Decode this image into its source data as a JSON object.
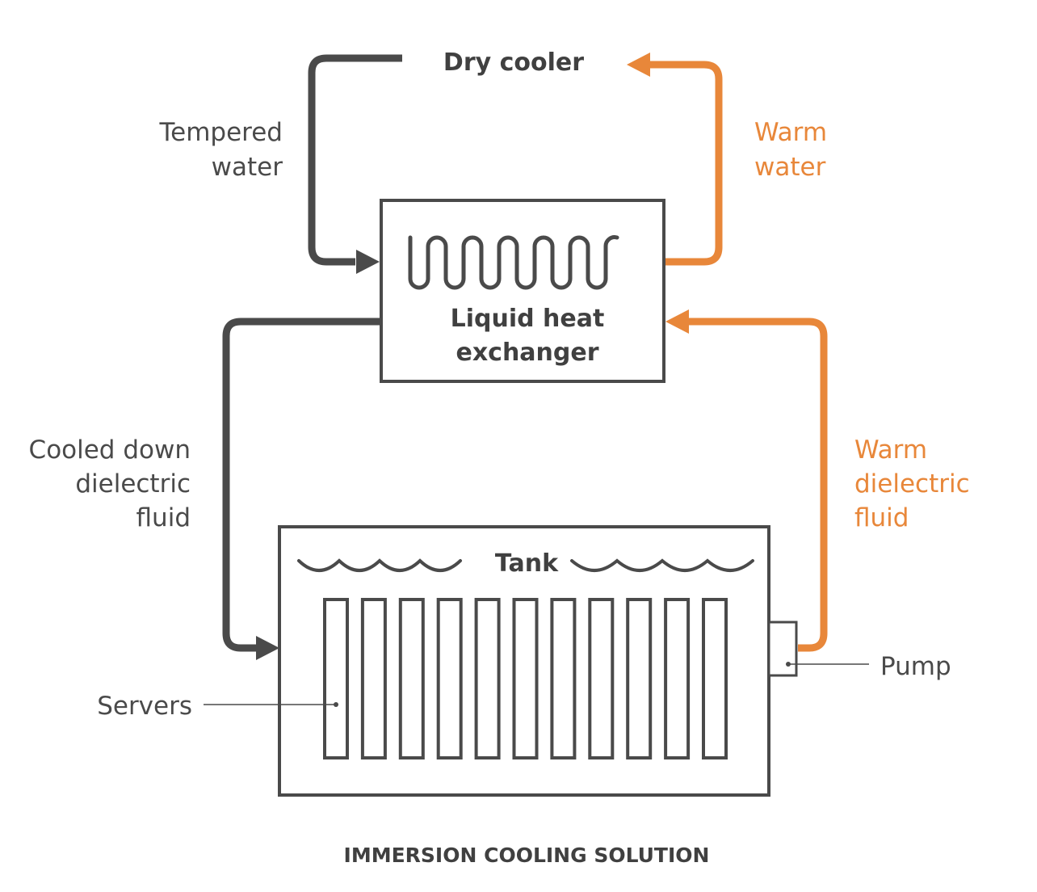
{
  "colors": {
    "dark": "#4a4a4a",
    "orange": "#e8873a",
    "text_dark": "#404040",
    "background": "#ffffff"
  },
  "labels": {
    "dry_cooler": "Dry cooler",
    "tempered_water": [
      "Tempered",
      "water"
    ],
    "warm_water": [
      "Warm",
      "water"
    ],
    "heat_exchanger": [
      "Liquid heat",
      "exchanger"
    ],
    "cooled_fluid": [
      "Cooled down",
      "dielectric",
      "fluid"
    ],
    "warm_fluid": [
      "Warm",
      "dielectric",
      "fluid"
    ],
    "tank": "Tank",
    "pump": "Pump",
    "servers": "Servers",
    "caption": "IMMERSION COOLING SOLUTION"
  },
  "icons": {
    "heat_exchanger_coil": "coil-icon",
    "tank_liquid_surface": "wave-icon"
  },
  "server_count": 11
}
